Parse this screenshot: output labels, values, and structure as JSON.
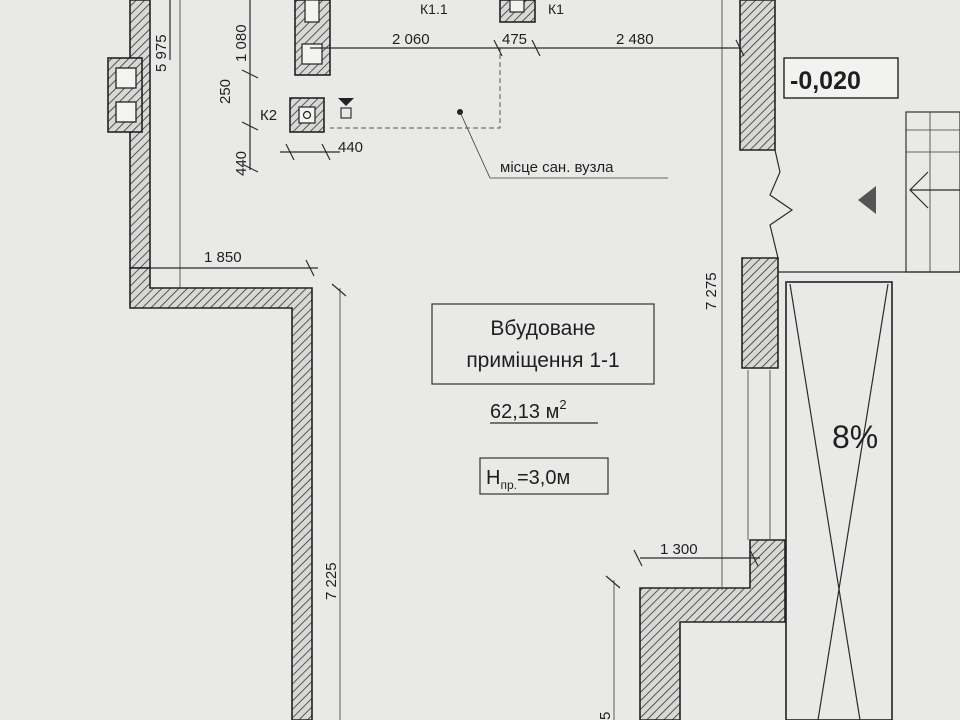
{
  "room": {
    "name_line1": "Вбудоване",
    "name_line2": "приміщення 1-1",
    "area_value": "62,13 м",
    "area_sup": "2",
    "height_main": "H",
    "height_sub": "пр.",
    "height_value": "=3,0м"
  },
  "elevation": "-0,020",
  "ramp_slope": "8%",
  "sanitary_note": "місце сан. вузла",
  "risers": {
    "k1_1": "К1.1",
    "k1": "К1",
    "k2": "К2"
  },
  "dimensions": {
    "d_2060": "2 060",
    "d_475": "475",
    "d_2480": "2 480",
    "d_5975": "5 975",
    "d_1080": "1 080",
    "d_250": "250",
    "d_440v": "440",
    "d_440h": "440",
    "d_1850": "1 850",
    "d_7275": "7 275",
    "d_7225": "7 225",
    "d_1300": "1 300",
    "d_5": "5"
  },
  "colors": {
    "paper": "#e9eae8",
    "ink": "#1f1f1f"
  }
}
